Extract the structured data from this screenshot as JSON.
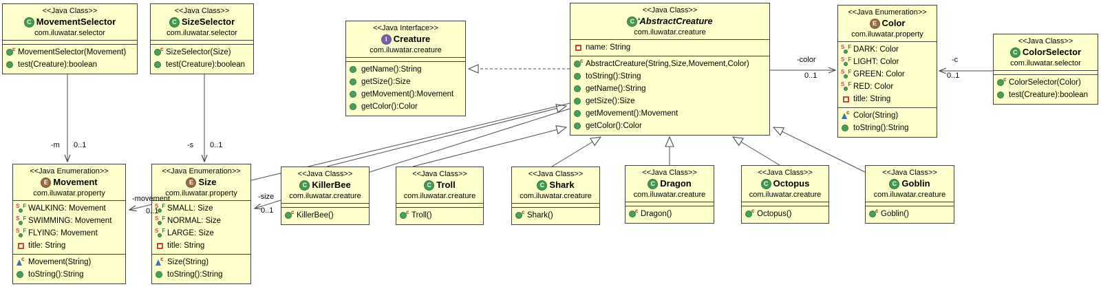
{
  "colors": {
    "box_fill": "#FFFFCC",
    "box_border": "#3F3F3F",
    "line": "#4A4A4A",
    "class_icon_green": "#3E9B4F",
    "interface_icon_purple": "#7A5FA8",
    "enum_icon_brown": "#9A6B44",
    "private_field_red": "#C84545",
    "package_constructor_blue": "#3D6FB5"
  },
  "icons": {
    "class_letter": "C",
    "interface_letter": "I",
    "enum_letter": "E",
    "constructor_sup": "c",
    "static_letter": "S",
    "final_letter": "F",
    "abstract_marker": "▴"
  },
  "classes": [
    {
      "stereotype": "<<Java Class>>",
      "name": "MovementSelector",
      "package": "com.iluwatar.selector",
      "fields": [],
      "methods": [
        "MovementSelector(Movement)",
        "test(Creature):boolean"
      ]
    },
    {
      "stereotype": "<<Java Class>>",
      "name": "SizeSelector",
      "package": "com.iluwatar.selector",
      "fields": [],
      "methods": [
        "SizeSelector(Size)",
        "test(Creature):boolean"
      ]
    },
    {
      "stereotype": "<<Java Interface>>",
      "name": "Creature",
      "package": "com.iluwatar.creature",
      "fields": [],
      "methods": [
        "getName():String",
        "getSize():Size",
        "getMovement():Movement",
        "getColor():Color"
      ]
    },
    {
      "stereotype": "<<Java Class>>",
      "name": "AbstractCreature",
      "package": "com.iluwatar.creature",
      "fields": [
        "name: String"
      ],
      "methods": [
        "AbstractCreature(String,Size,Movement,Color)",
        "toString():String",
        "getName():String",
        "getSize():Size",
        "getMovement():Movement",
        "getColor():Color"
      ]
    },
    {
      "stereotype": "<<Java Enumeration>>",
      "name": "Color",
      "package": "com.iluwatar.property",
      "fields": [
        "DARK: Color",
        "LIGHT: Color",
        "GREEN: Color",
        "RED: Color",
        "title: String"
      ],
      "methods": [
        "Color(String)",
        "toString():String"
      ]
    },
    {
      "stereotype": "<<Java Class>>",
      "name": "ColorSelector",
      "package": "com.iluwatar.selector",
      "fields": [],
      "methods": [
        "ColorSelector(Color)",
        "test(Creature):boolean"
      ]
    },
    {
      "stereotype": "<<Java Enumeration>>",
      "name": "Movement",
      "package": "com.iluwatar.property",
      "fields": [
        "WALKING: Movement",
        "SWIMMING: Movement",
        "FLYING: Movement",
        "title: String"
      ],
      "methods": [
        "Movement(String)",
        "toString():String"
      ]
    },
    {
      "stereotype": "<<Java Enumeration>>",
      "name": "Size",
      "package": "com.iluwatar.property",
      "fields": [
        "SMALL: Size",
        "NORMAL: Size",
        "LARGE: Size",
        "title: String"
      ],
      "methods": [
        "Size(String)",
        "toString():String"
      ]
    },
    {
      "stereotype": "<<Java Class>>",
      "name": "KillerBee",
      "package": "com.iluwatar.creature",
      "fields": [],
      "methods": [
        "KillerBee()"
      ]
    },
    {
      "stereotype": "<<Java Class>>",
      "name": "Troll",
      "package": "com.iluwatar.creature",
      "fields": [],
      "methods": [
        "Troll()"
      ]
    },
    {
      "stereotype": "<<Java Class>>",
      "name": "Shark",
      "package": "com.iluwatar.creature",
      "fields": [],
      "methods": [
        "Shark()"
      ]
    },
    {
      "stereotype": "<<Java Class>>",
      "name": "Dragon",
      "package": "com.iluwatar.creature",
      "fields": [],
      "methods": [
        "Dragon()"
      ]
    },
    {
      "stereotype": "<<Java Class>>",
      "name": "Octopus",
      "package": "com.iluwatar.creature",
      "fields": [],
      "methods": [
        "Octopus()"
      ]
    },
    {
      "stereotype": "<<Java Class>>",
      "name": "Goblin",
      "package": "com.iluwatar.creature",
      "fields": [],
      "methods": [
        "Goblin()"
      ]
    }
  ],
  "edges": {
    "m": {
      "label": "-m",
      "mult": "0..1"
    },
    "s": {
      "label": "-s",
      "mult": "0..1"
    },
    "movement": {
      "label": "-movement",
      "mult": "0..1"
    },
    "size": {
      "label": "-size",
      "mult": "0..1"
    },
    "color": {
      "label": "-color",
      "mult": "0..1"
    },
    "c": {
      "label": "-c",
      "mult": "0..1"
    }
  }
}
